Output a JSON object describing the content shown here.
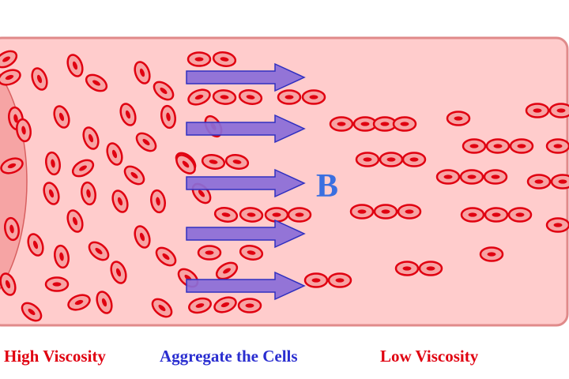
{
  "labels": {
    "high_viscosity": "High Viscosity",
    "aggregate": "Aggregate the Cells",
    "low_viscosity": "Low Viscosity",
    "marker": "B"
  },
  "colors": {
    "vessel_fill": "#ffcccc",
    "vessel_stroke": "#e08a8a",
    "mass_fill": "#f6a4a4",
    "cell_fill": "#f7a3a3",
    "cell_stroke": "#e00010",
    "arrow_fill": "#8a6cd8",
    "arrow_stroke": "#3030c0",
    "high_label": "#e00010",
    "aggregate_label": "#2a2ed0",
    "low_label": "#e00010",
    "marker": "#3a6fe0"
  }
}
